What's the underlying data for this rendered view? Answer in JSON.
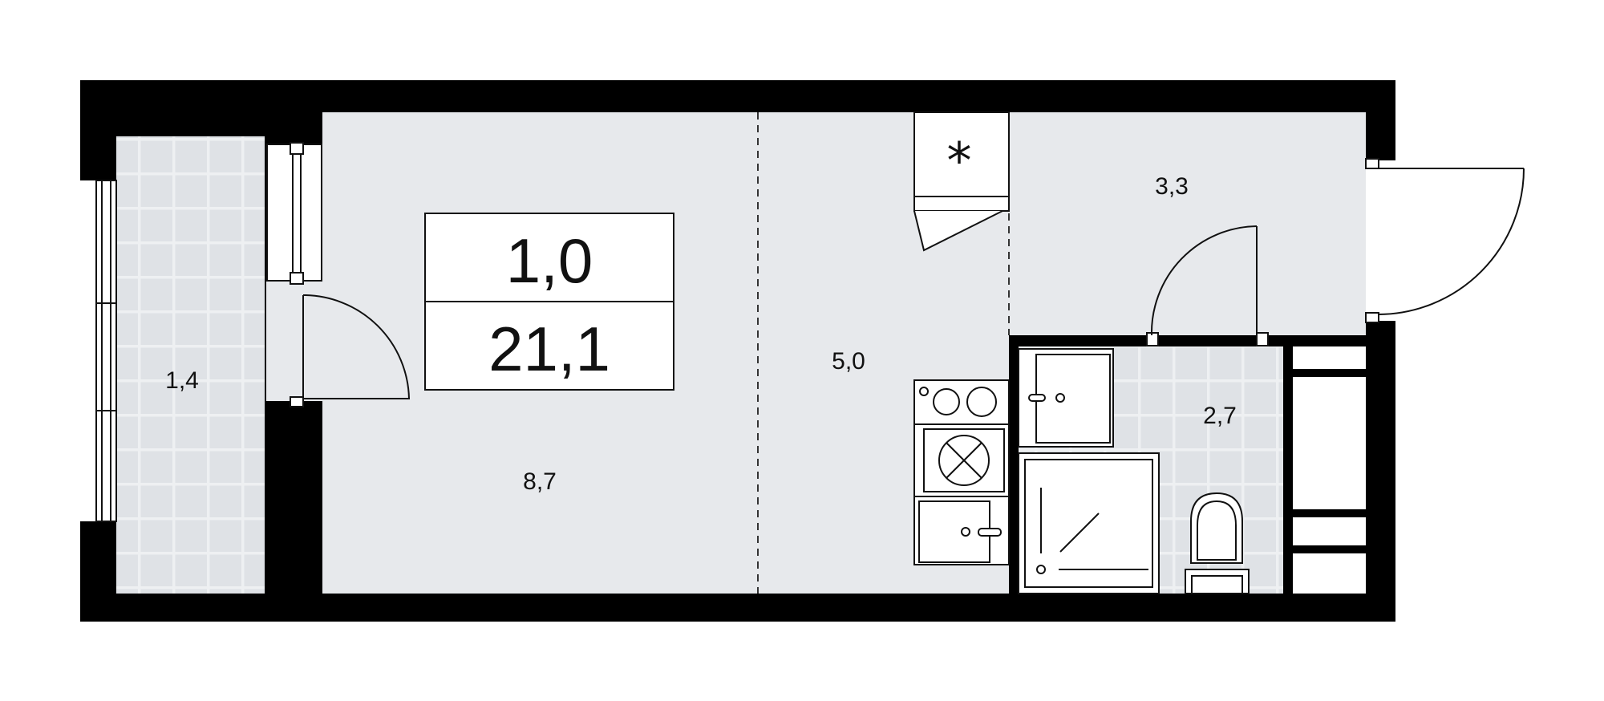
{
  "summary_box": {
    "rooms": "1,0",
    "total_area": "21,1"
  },
  "rooms": [
    {
      "id": "balcony",
      "area": "1,4"
    },
    {
      "id": "living",
      "area": "8,7"
    },
    {
      "id": "kitchen",
      "area": "5,0"
    },
    {
      "id": "hall",
      "area": "3,3"
    },
    {
      "id": "bathroom",
      "area": "2,7"
    }
  ],
  "colors": {
    "wall": "#000000",
    "floor": "#e7e9ec",
    "tile": "#dfe2e6",
    "tile_line": "#eef0f2",
    "fixture_stroke": "#111111",
    "background": "#ffffff"
  }
}
